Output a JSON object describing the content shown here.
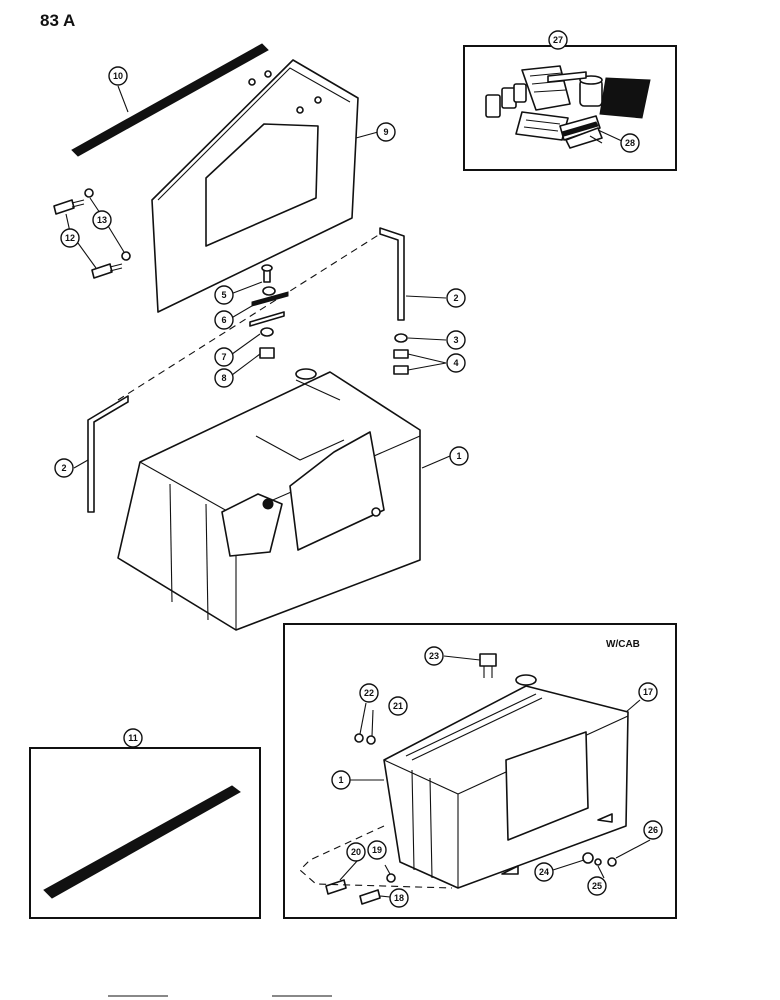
{
  "page_label": "83 A",
  "cab_label": "W/CAB",
  "callouts": {
    "c1": "1",
    "c2": "2",
    "c3": "3",
    "c4": "4",
    "c5": "5",
    "c6": "6",
    "c7": "7",
    "c8": "8",
    "c9": "9",
    "c10": "10",
    "c11": "11",
    "c12": "12",
    "c13": "13",
    "c17": "17",
    "c18": "18",
    "c19": "19",
    "c20": "20",
    "c21": "21",
    "c22": "22",
    "c23": "23",
    "c24": "24",
    "c25": "25",
    "c26": "26",
    "c27": "27",
    "c28": "28"
  },
  "colors": {
    "ink": "#111111",
    "paper": "#ffffff"
  }
}
